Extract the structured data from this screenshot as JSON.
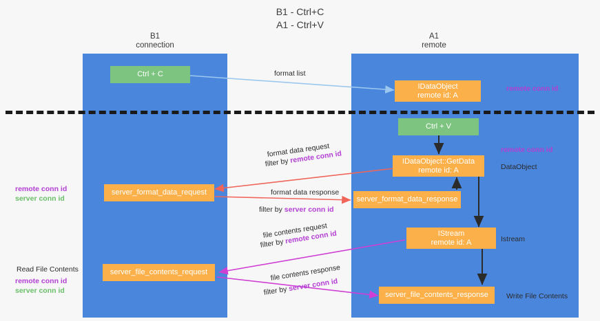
{
  "title": {
    "line1": "B1 - Ctrl+C",
    "line2": "A1 - Ctrl+V"
  },
  "columns": [
    {
      "name": "B1",
      "sub": "connection"
    },
    {
      "name": "A1",
      "sub": "remote"
    }
  ],
  "colors": {
    "lane": "#4a86dc",
    "green_node": "#7dc481",
    "orange_node": "#fbb04a",
    "purple_text": "#b33fd4",
    "green_text": "#6abf69",
    "blue_arrow": "#9cc7ef",
    "red_arrow": "#f0655a",
    "magenta_arrow": "#cf3fd4",
    "dark_arrow": "#2b2b2b",
    "divider": "#1a1a1a",
    "background": "#f7f7f7"
  },
  "nodes": {
    "ctrl_c": "Ctrl + C",
    "ctrl_v": "Ctrl + V",
    "idataobject_title": "IDataObject",
    "idataobject_sub": "remote id: A",
    "getdata_title": "IDataObject::GetData",
    "getdata_sub": "remote id: A",
    "istream_title": "IStream",
    "istream_sub": "remote id: A",
    "server_format_data_request": "server_format_data_request",
    "server_format_data_response": "server_format_data_response",
    "server_file_contents_request": "server_file_contents_request",
    "server_file_contents_response": "server_file_contents_response"
  },
  "edges": {
    "format_list": "format list",
    "format_data_request": "format data request",
    "format_data_request_filter_prefix": "filter by ",
    "format_data_request_filter_key": "remote conn id",
    "format_data_response": "format data response",
    "format_data_response_filter_prefix": "filter by ",
    "format_data_response_filter_key": "server conn id",
    "file_contents_request": "file contents request",
    "file_contents_request_filter_prefix": "filter by ",
    "file_contents_request_filter_key": "remote conn id",
    "file_contents_response": "file contents response",
    "file_contents_response_filter_prefix": "filter by ",
    "file_contents_response_filter_key": "server conn id"
  },
  "annotations": {
    "right_remote_conn_id_top": "remote conn id",
    "right_remote_conn_id_mid": "remote conn id",
    "right_dataobject": "DataObject",
    "right_istream": "Istream",
    "right_write_file_contents": "Write File Contents",
    "left_remote_conn_id": "remote conn id",
    "left_server_conn_id": "server conn id",
    "left_read_file_contents": "Read File Contents",
    "left_remote_conn_id_2": "remote conn id",
    "left_server_conn_id_2": "server conn id"
  }
}
